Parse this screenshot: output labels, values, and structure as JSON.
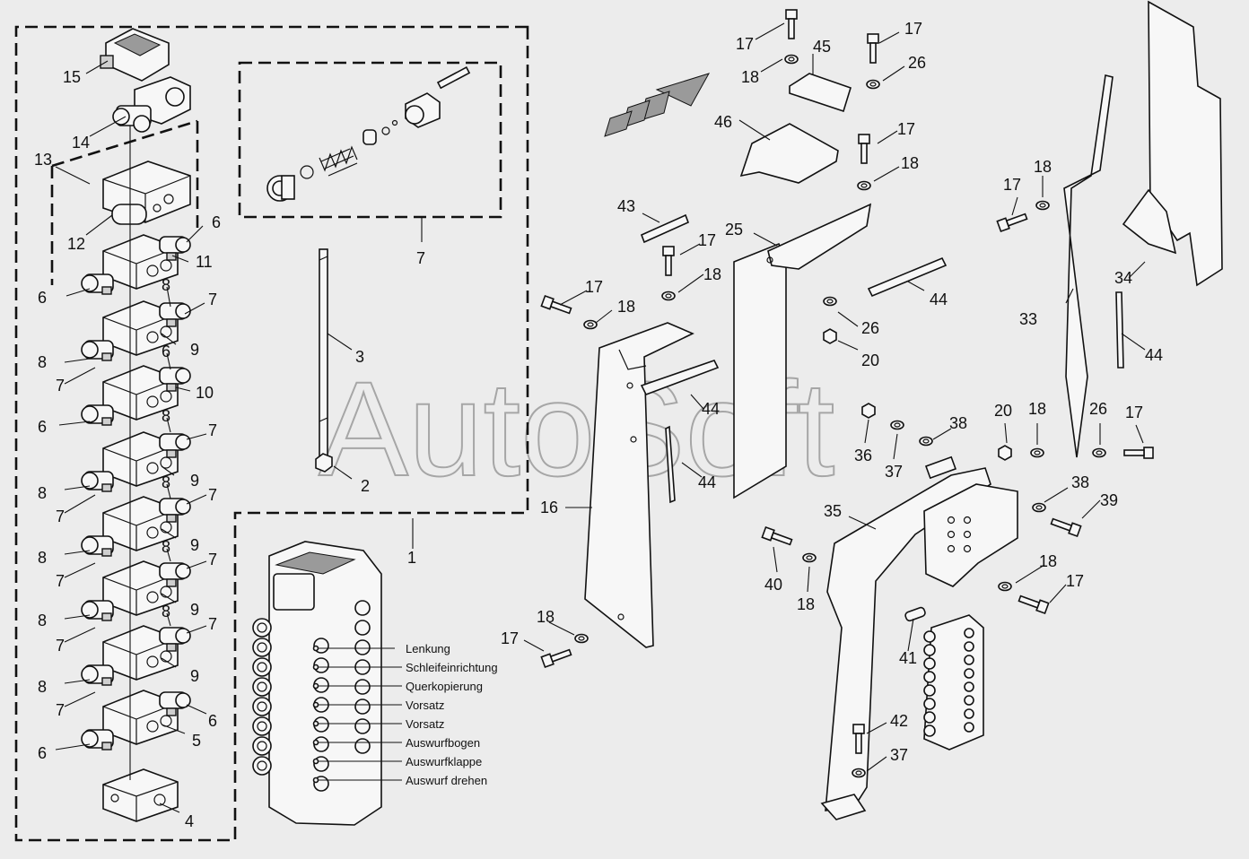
{
  "watermark": "AutoSoft",
  "callouts": {
    "c1": "1",
    "c2": "2",
    "c3": "3",
    "c4": "4",
    "c5": "5",
    "c6": "6",
    "c7": "7",
    "c8": "8",
    "c9": "9",
    "c10": "10",
    "c11": "11",
    "c12": "12",
    "c13": "13",
    "c14": "14",
    "c15": "15",
    "c16": "16",
    "c17": "17",
    "c18": "18",
    "c20": "20",
    "c25": "25",
    "c26": "26",
    "c33": "33",
    "c34": "34",
    "c35": "35",
    "c36": "36",
    "c37": "37",
    "c38": "38",
    "c39": "39",
    "c40": "40",
    "c41": "41",
    "c42": "42",
    "c43": "43",
    "c44": "44",
    "c45": "45",
    "c46": "46"
  },
  "functions": [
    "Lenkung",
    "Schleifeinrichtung",
    "Querkopierung",
    "Vorsatz",
    "Vorsatz",
    "Auswurfbogen",
    "Auswurfklappe",
    "Auswurf drehen"
  ],
  "colors": {
    "background": "#ececec",
    "line": "#111111",
    "part_fill": "#f7f7f7",
    "watermark": "#9a9a9a"
  }
}
